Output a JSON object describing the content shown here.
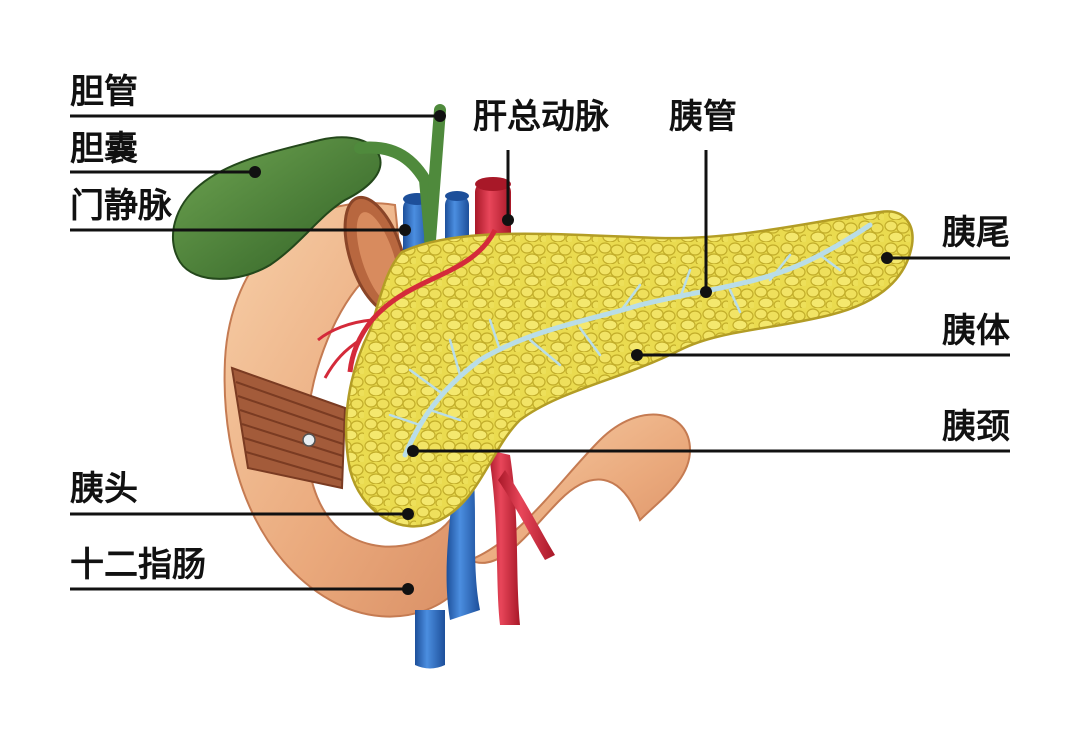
{
  "labels": {
    "bile_duct": "胆管",
    "gallbladder": "胆囊",
    "portal_vein": "门静脉",
    "hepatic_artery": "肝总动脉",
    "pancreatic_duct": "胰管",
    "pancreas_tail": "胰尾",
    "pancreas_body": "胰体",
    "pancreas_neck": "胰颈",
    "pancreas_head": "胰头",
    "duodenum": "十二指肠"
  },
  "colors": {
    "pancreas": "#e8d84a",
    "pancreas_shade": "#c9b52c",
    "duodenum": "#f0b98f",
    "duodenum_shade": "#d9906a",
    "duodenum_muscle": "#9c5a3c",
    "gallbladder": "#4f8a3c",
    "gallbladder_shade": "#2f5f24",
    "vein": "#2d6fc4",
    "artery": "#d42a3a",
    "duct": "#b9dde8",
    "leader": "#111111"
  }
}
